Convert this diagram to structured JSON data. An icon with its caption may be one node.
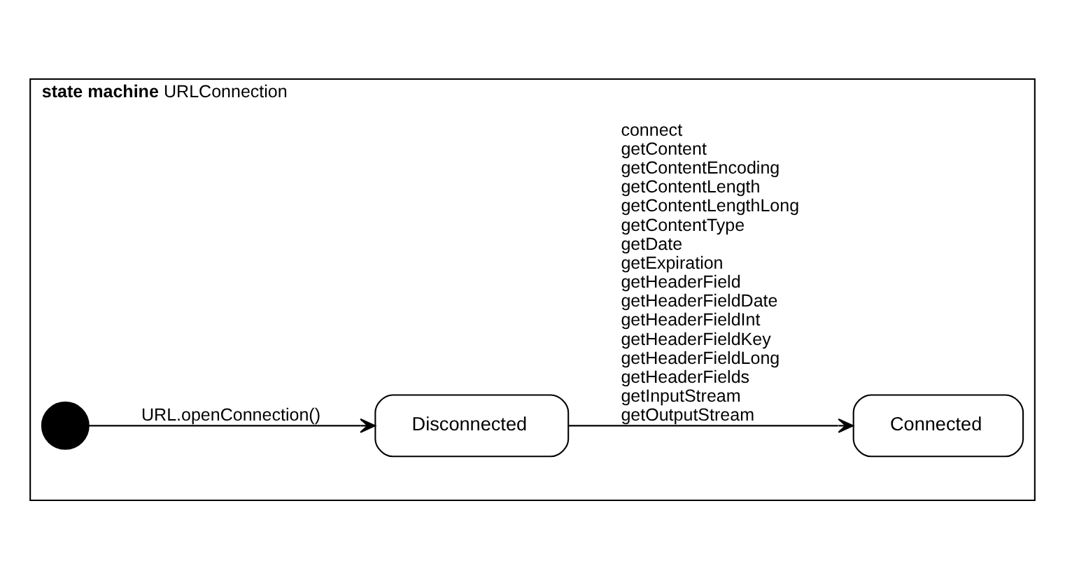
{
  "diagram": {
    "nodes": [
      {
        "text": [
          "**state machine** URLConnection"
        ]
      },
      {
        "text": [],
        "shape": "circle",
        "in": 0
      },
      {
        "text": [
          "Disconnected"
        ],
        "in": 0
      },
      {
        "text": [
          "Connected"
        ],
        "in": 0
      }
    ],
    "edges": [
      {
        "from": 1,
        "to": 2,
        "arrow": "to",
        "label": "URL.openConnection()"
      },
      {
        "from": 2,
        "to": 3,
        "arrow": "to",
        "label": "connect getContent getContentEncoding getContentLength getContentLengthLong getContentType getDate getExpiration getHeaderField getHeaderFieldDate getHeaderFieldInt getHeaderFieldKey getHeaderFieldLong getHeaderFields getInputStream getOutputStream"
      }
    ]
  }
}
